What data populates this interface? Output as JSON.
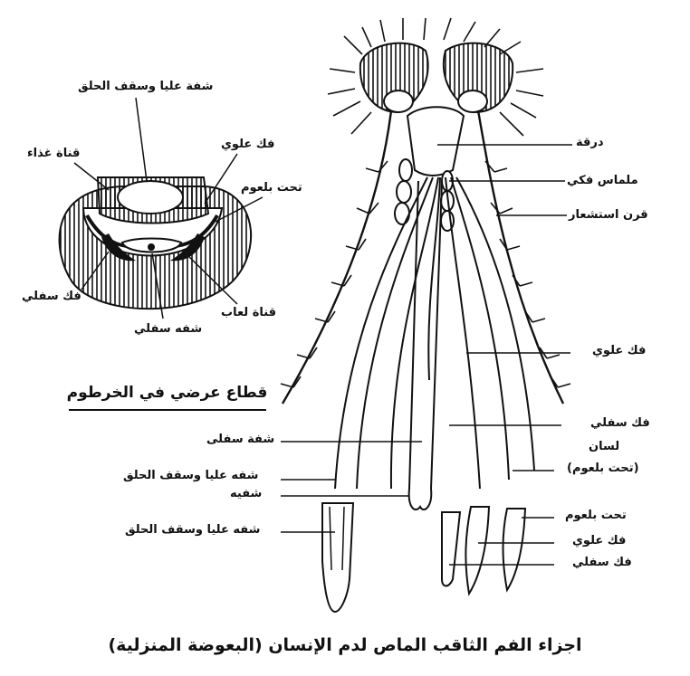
{
  "caption": "اجزاء الفم الثاقب الماص لدم الإنسان (البعوضة المنزلية)",
  "cross_section": {
    "title": "قطاع عرضي في الخرطوم",
    "labels": {
      "upper_lip_roof": "شفة عليا وسقف الحلق",
      "food_canal": "قناة غذاء",
      "upper_jaw": "فك علوي",
      "hypopharynx": "تحت بلعوم",
      "lower_jaw": "فك سفلي",
      "lower_lip": "شفه سفلي",
      "saliva_canal": "قناة لعاب"
    }
  },
  "head": {
    "labels": {
      "clypeus": "درقة",
      "maxillary_palp": "ملماس فكي",
      "antenna": "قرن استشعار",
      "upper_jaw": "فك علوي",
      "lower_jaw_line1": "فك سفلي",
      "lower_jaw_line2": "لسان",
      "lower_jaw_line3": "(تحت بلعوم)",
      "lower_lip": "شفة سفلى",
      "upper_lip_roof": "شفه عليا وسقف الحلق",
      "labellum": "شفيه",
      "upper_lip_roof_tip": "شفه عليا وسقف الحلق",
      "tip_hypopharynx": "تحت بلعوم",
      "tip_upper_jaw": "فك علوي",
      "tip_lower_jaw": "فك سفلي"
    }
  }
}
